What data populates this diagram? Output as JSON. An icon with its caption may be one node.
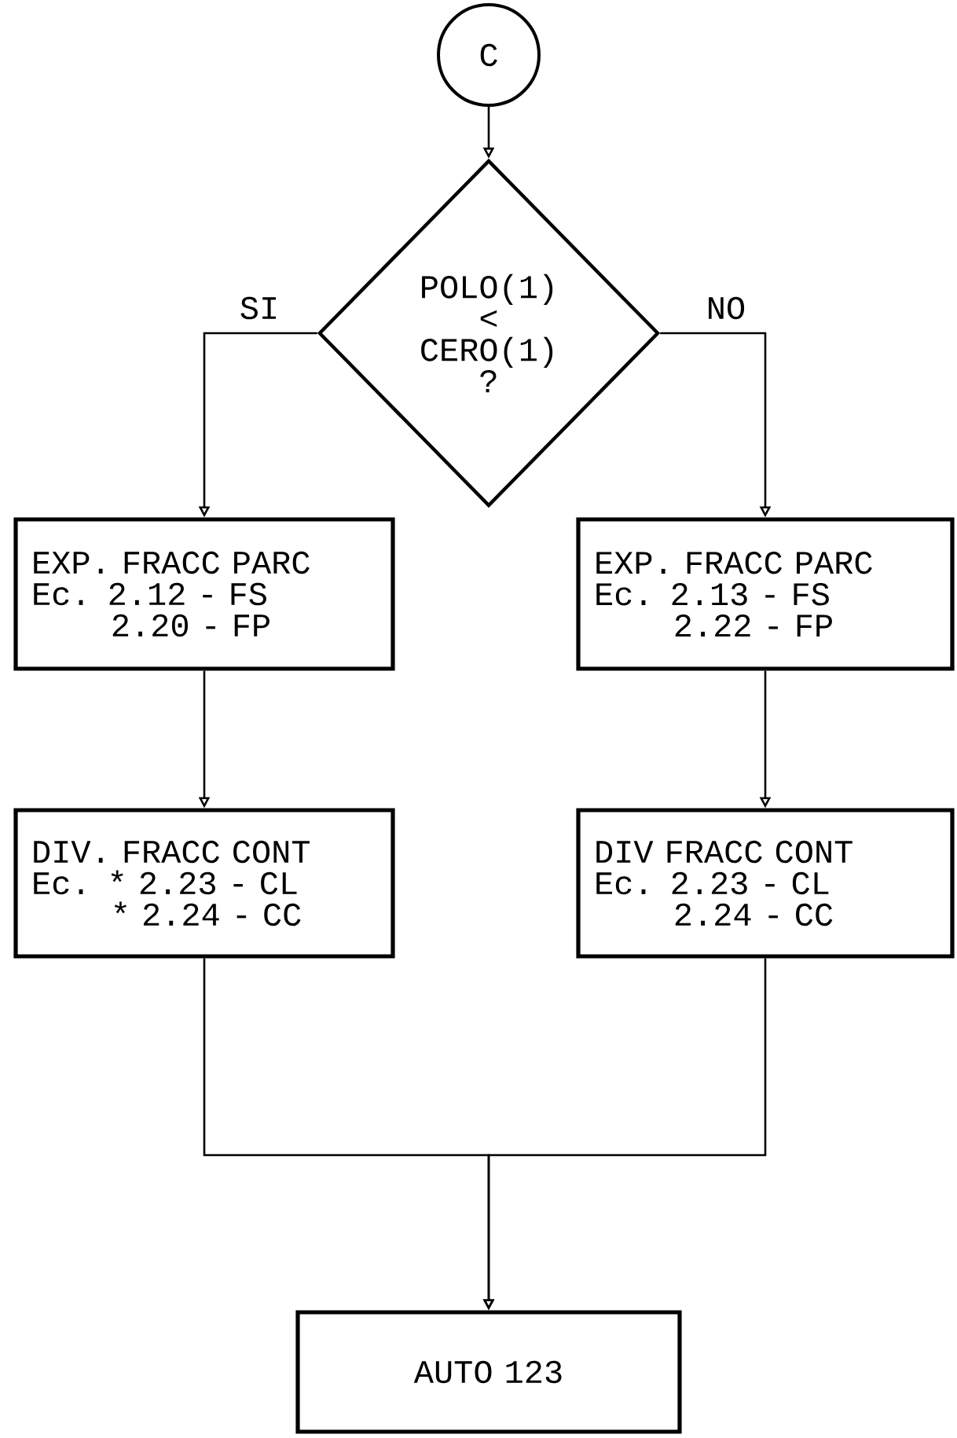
{
  "diagram": {
    "nodes": [
      {
        "text": [
          "C"
        ]
      },
      {
        "text": [
          "POLO(1) < CERO(1) ?"
        ]
      },
      {
        "text": [
          "EXP. FRACC PARC",
          "Ec. 2.12 - FS",
          "2.20 - FP"
        ]
      },
      {
        "text": [
          "EXP. FRACC PARC",
          "Ec. 2.13 - FS",
          "2.22 - FP"
        ]
      },
      {
        "text": [
          "DIV. FRACC CONT",
          "Ec. * 2.23 - CL",
          "* 2.24 - CC"
        ]
      },
      {
        "text": [
          "DIV FRACC CONT",
          "Ec. 2.23 - CL",
          "2.24 - CC"
        ]
      },
      {
        "text": [
          "AUTO 123"
        ]
      }
    ],
    "edges": [
      {
        "from": 0,
        "to": 1,
        "arrow": "to"
      },
      {
        "from": 1,
        "to": 2,
        "arrow": "to",
        "label": "SI"
      },
      {
        "from": 1,
        "to": 3,
        "arrow": "to",
        "label": "NO"
      },
      {
        "from": 2,
        "to": 4,
        "arrow": "to"
      },
      {
        "from": 3,
        "to": 5,
        "arrow": "to"
      },
      {
        "from": 4,
        "to": 6,
        "arrow": "to"
      },
      {
        "from": 5,
        "to": 6,
        "arrow": "to"
      }
    ]
  }
}
